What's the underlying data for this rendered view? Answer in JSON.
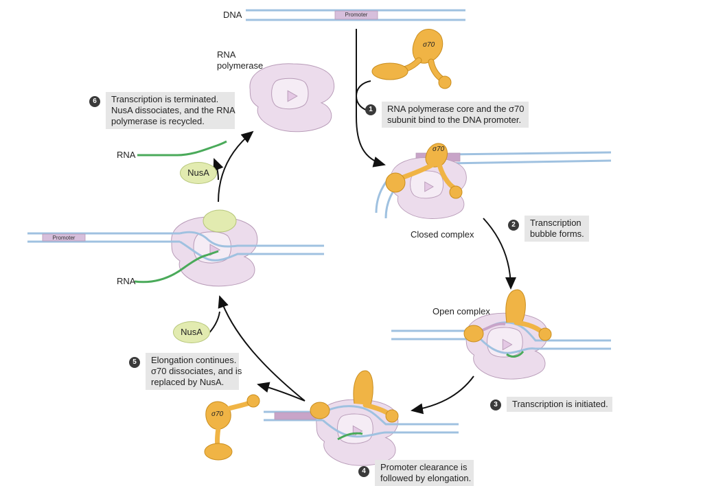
{
  "labels": {
    "dna": "DNA",
    "rna_polymerase": "RNA\npolymerase",
    "rna_top": "RNA",
    "rna_left": "RNA",
    "promoter_top": "Promoter",
    "promoter_left": "Promoter",
    "closed_complex": "Closed complex",
    "open_complex": "Open complex",
    "nusa_top": "NusA",
    "nusa_bottom": "NusA",
    "sigma": "σ70"
  },
  "steps": [
    {
      "num": "1",
      "text": "RNA polymerase core and the σ70\nsubunit bind to the DNA promoter."
    },
    {
      "num": "2",
      "text": "Transcription\nbubble forms."
    },
    {
      "num": "3",
      "text": "Transcription is initiated."
    },
    {
      "num": "4",
      "text": "Promoter clearance is\nfollowed by elongation."
    },
    {
      "num": "5",
      "text": "Elongation continues.\nσ70 dissociates, and is\nreplaced by NusA."
    },
    {
      "num": "6",
      "text": "Transcription is terminated.\nNusA dissociates, and the RNA\npolymerase is recycled."
    }
  ],
  "colors": {
    "dna": "#9fc1e0",
    "promoter": "#c8a4c8",
    "polymerase": "#ecdcec",
    "polymerase_edge": "#b79ab7",
    "sigma": "#f0b445",
    "nusa": "#e2ebb0",
    "rna": "#4aaa5a",
    "step_box": "#e6e6e6"
  }
}
